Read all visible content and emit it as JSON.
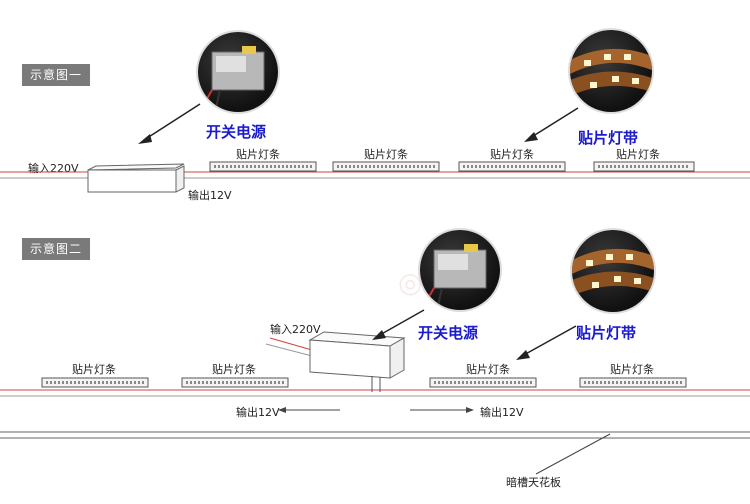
{
  "diagram1": {
    "tag": "示意图一",
    "input_label": "输入220V",
    "output_label": "输出12V",
    "power_callout": "开关电源",
    "strip_callout": "贴片灯带",
    "strips": [
      "贴片灯条",
      "贴片灯条",
      "贴片灯条",
      "贴片灯条"
    ]
  },
  "diagram2": {
    "tag": "示意图二",
    "input_label": "输入220V",
    "output_left": "输出12V",
    "output_right": "输出12V",
    "power_callout": "开关电源",
    "strip_callout": "贴片灯带",
    "strips": [
      "贴片灯条",
      "贴片灯条",
      "贴片灯条",
      "贴片灯条"
    ],
    "ceiling_label": "暗槽天花板"
  },
  "icons": {
    "power_photo": "power-supply-photo",
    "strip_photo": "led-strip-photo"
  },
  "colors": {
    "callout": "#1a1ad0",
    "wire_red": "#d04040",
    "tag_bg": "#7a7a7a"
  }
}
